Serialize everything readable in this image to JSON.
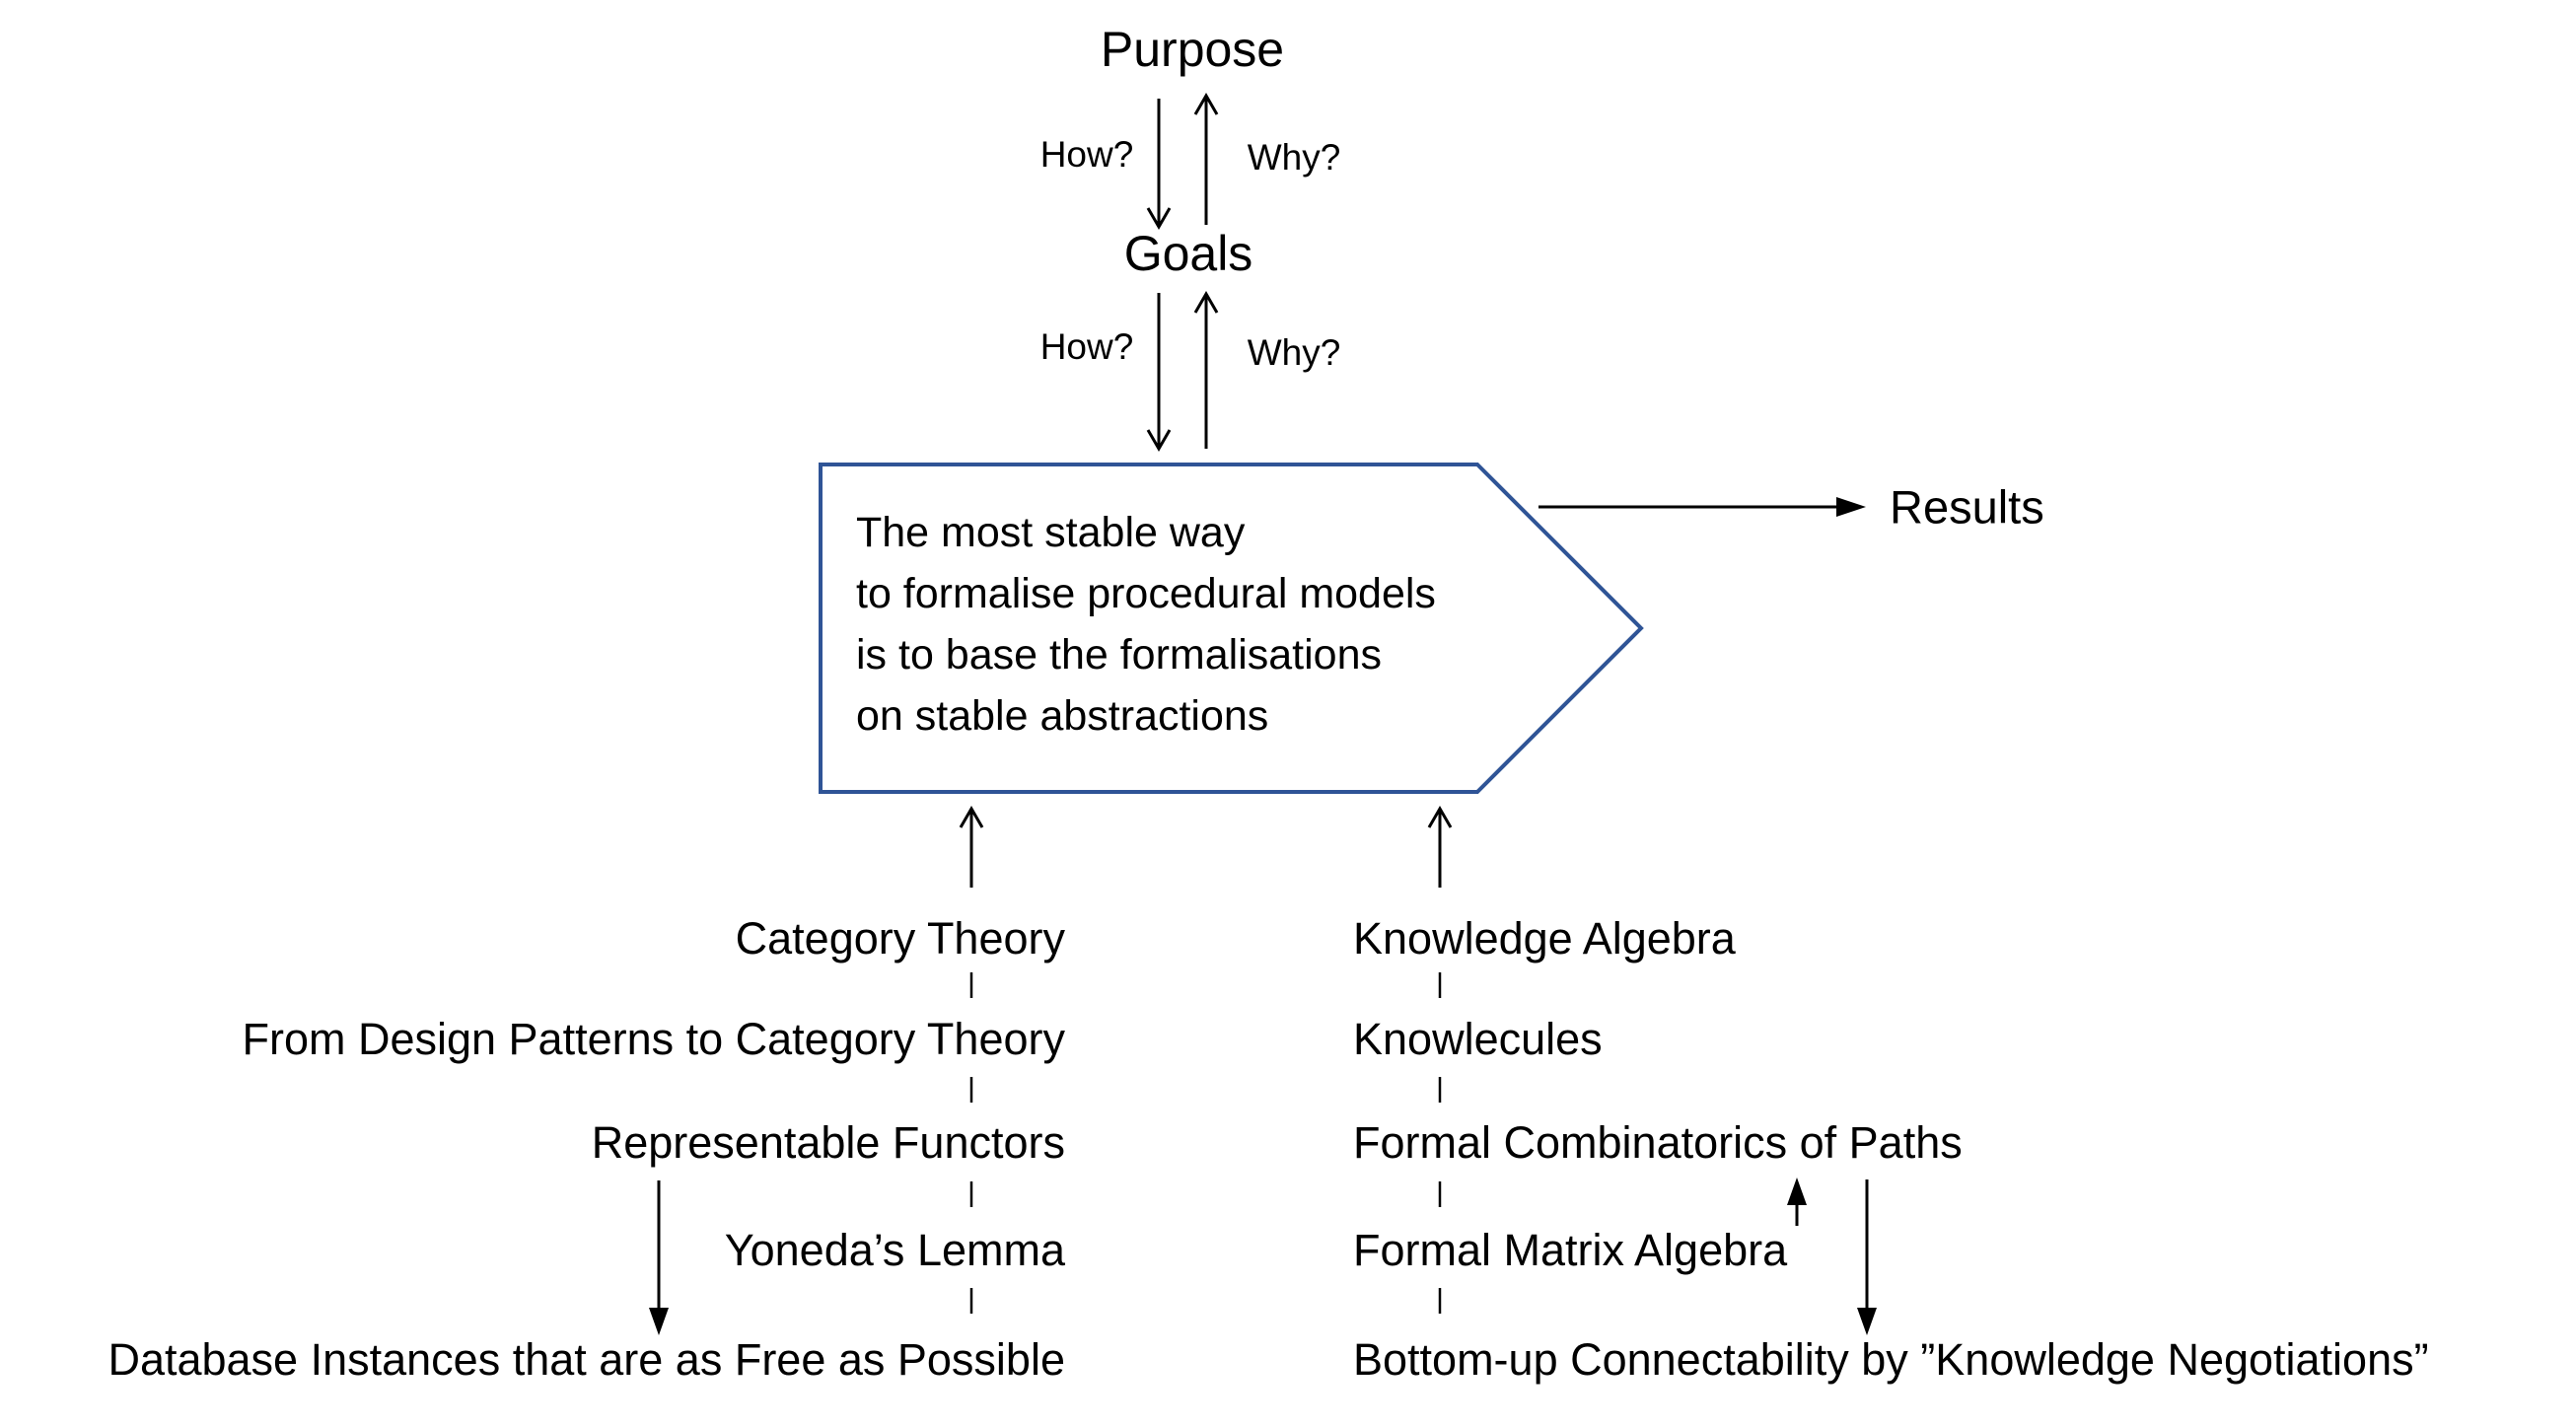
{
  "colors": {
    "accent_blue": "#2F5496",
    "text": "#000000",
    "background": "#FFFFFF"
  },
  "top_flow": {
    "purpose_label": "Purpose",
    "goals_label": "Goals",
    "how_label": "How?",
    "why_label": "Why?"
  },
  "thesis_box": {
    "line1": "The most stable way",
    "line2": "to formalise procedural models",
    "line3": "is to base the formalisations",
    "line4": "on stable abstractions"
  },
  "results_label": "Results",
  "foundations": {
    "left": {
      "items": [
        "Category Theory",
        "From Design Patterns to Category Theory",
        "Representable Functors",
        "Yoneda’s Lemma",
        "Database Instances that are as Free as Possible"
      ]
    },
    "right": {
      "items": [
        "Knowledge Algebra",
        "Knowlecules",
        "Formal Combinatorics of Paths",
        "Formal Matrix Algebra",
        "Bottom-up Connectability by ”Knowledge Negotiations”"
      ]
    }
  }
}
